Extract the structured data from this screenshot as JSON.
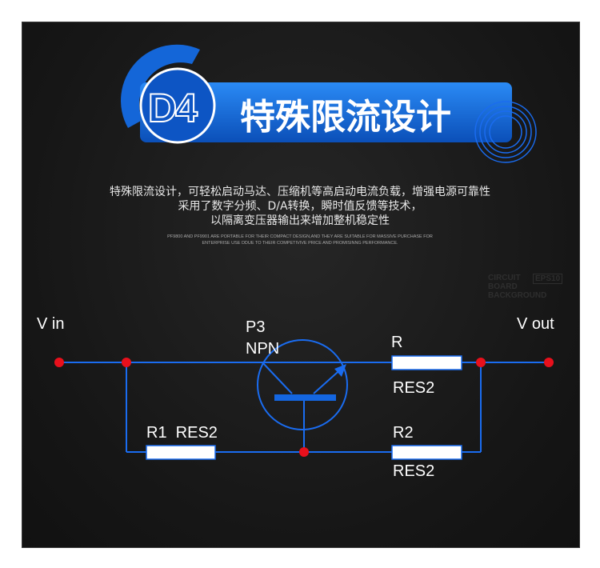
{
  "header": {
    "number": "D4",
    "title": "特殊限流设计"
  },
  "description": {
    "lines": [
      "特殊限流设计，可轻松启动马达、压缩机等高启动电流负载，增强电源可靠性",
      "采用了数字分频、D/A转换，瞬时值反馈等技术，",
      "以隔离变压器输出来增加整机稳定性"
    ],
    "english": [
      "PF9800 AND PF9901 ARE PORTABLE FOR THEIR COMPACT DESIGN,AND THEY ARE SUITABLE FOR MASSIVE PURCHASE FOR",
      "ENTERPRISE USE DDUE TO THEIR COMPETIVIVE PRICE AND PROMISINNG PERFORMANCE."
    ]
  },
  "watermark": [
    "CIRCUIT",
    "BOARD",
    "BACKGROUND",
    "EPS10"
  ],
  "circuit": {
    "vin": "V in",
    "vout": "V out",
    "transistor_name": "P3",
    "transistor_type": "NPN",
    "r": "R",
    "r_type": "RES2",
    "r1": "R1  RES2",
    "r2": "R2",
    "r2_type": "RES2"
  },
  "colors": {
    "accent": "#1466d8",
    "wire": "#1a6cf0",
    "node": "#e8101c"
  }
}
